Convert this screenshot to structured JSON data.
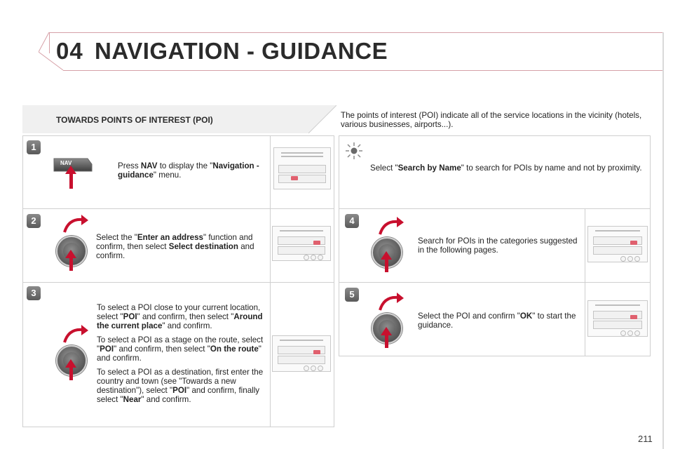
{
  "header": {
    "chapter": "04",
    "title": "NAVIGATION - GUIDANCE"
  },
  "section": {
    "title": "TOWARDS POINTS OF INTEREST (POI)",
    "intro": "The points of interest (POI) indicate all of the service locations in the vicinity (hotels, various businesses, airports...)."
  },
  "steps": {
    "s1": {
      "num": "1",
      "button_label": "NAV",
      "pre": "Press ",
      "b1": "NAV",
      "mid": " to display the \"",
      "b2": "Navigation - guidance",
      "post": "\" menu."
    },
    "s2": {
      "num": "2",
      "pre": "Select the \"",
      "b1": "Enter an address",
      "mid": "\" function and confirm, then select ",
      "b2": "Select destination",
      "post": " and confirm."
    },
    "s3": {
      "num": "3",
      "p1a": "To select a POI close to your current location, select \"",
      "p1b": "POI",
      "p1c": "\" and confirm, then select \"",
      "p1d": "Around the current place",
      "p1e": "\" and confirm.",
      "p2a": "To select a POI as a stage on the route, select \"",
      "p2b": "POI",
      "p2c": "\" and confirm, then select \"",
      "p2d": "On the route",
      "p2e": "\" and confirm.",
      "p3a": "To select a POI as a destination, first enter the country and town (see \"Towards a new destination\"), select \"",
      "p3b": "POI",
      "p3c": "\" and confirm, finally select \"",
      "p3d": "Near",
      "p3e": "\" and confirm."
    },
    "tip": {
      "pre": "Select \"",
      "b1": "Search by Name",
      "post": "\" to search for POIs by name and not by proximity."
    },
    "s4": {
      "num": "4",
      "text": "Search for POIs in the categories suggested in the following pages."
    },
    "s5": {
      "num": "5",
      "pre": "Select the POI and confirm \"",
      "b1": "OK",
      "post": "\" to start the guidance."
    }
  },
  "footer": {
    "page_number": "211"
  },
  "colors": {
    "accent_red": "#c8102e",
    "header_rule": "#d6a0a7",
    "panel_border": "#cfcfcf"
  }
}
